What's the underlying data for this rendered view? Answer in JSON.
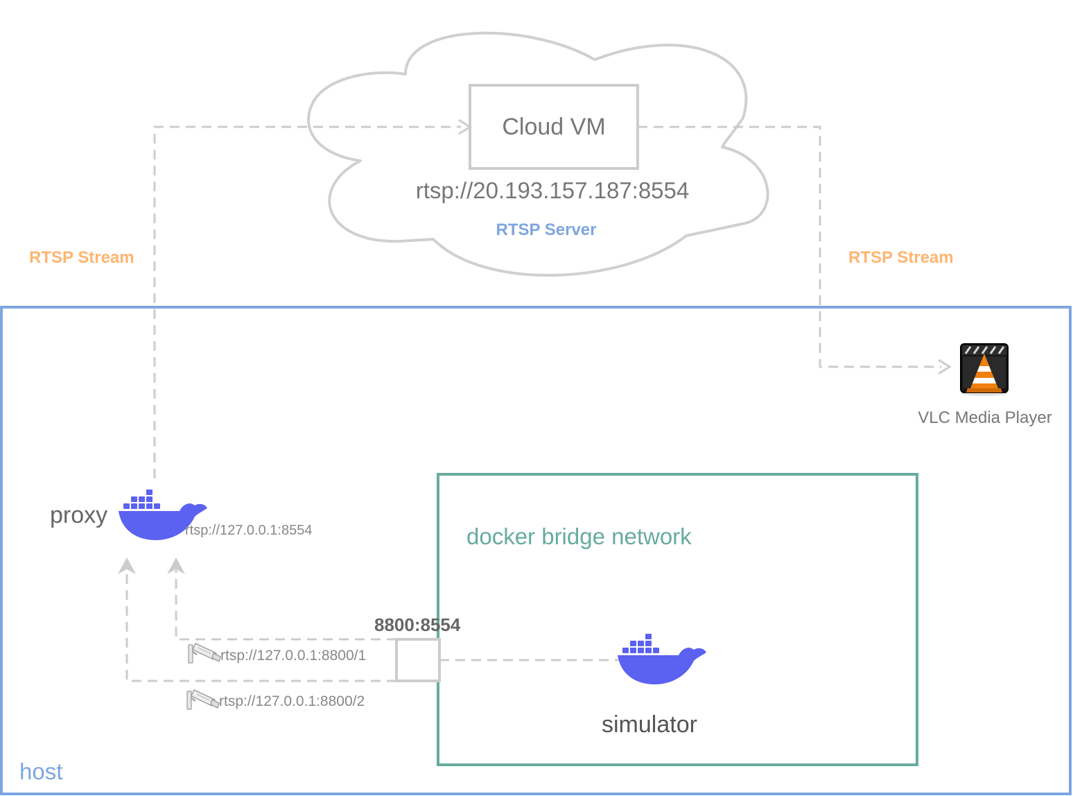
{
  "cloud": {
    "vm_label": "Cloud VM",
    "vm_url": "rtsp://20.193.157.187:8554",
    "role_label": "RTSP Server"
  },
  "streams": {
    "left_label": "RTSP Stream",
    "right_label": "RTSP Stream"
  },
  "player": {
    "label": "VLC Media Player",
    "icon": "vlc-media-player-icon"
  },
  "proxy": {
    "label": "proxy",
    "url": "rtsp://127.0.0.1:8554",
    "icon": "docker-whale-icon"
  },
  "network": {
    "label": "docker bridge network"
  },
  "port_mapping": {
    "label": "8800:8554"
  },
  "cameras": [
    {
      "url": "rtsp://127.0.0.1:8800/1",
      "icon": "cctv-camera-icon"
    },
    {
      "url": "rtsp://127.0.0.1:8800/2",
      "icon": "cctv-camera-icon"
    }
  ],
  "simulator": {
    "label": "simulator",
    "icon": "docker-whale-icon"
  },
  "host": {
    "label": "host"
  },
  "colors": {
    "host_border": "#7ea6e0",
    "network_border": "#67ab9f",
    "stream_label": "#ffb570",
    "server_label": "#7ea6e0",
    "connector": "#cccccc",
    "docker_blue": "#5b61f0"
  }
}
